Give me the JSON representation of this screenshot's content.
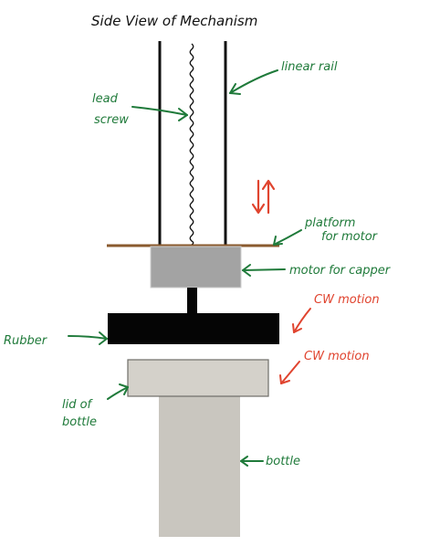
{
  "title": "Side View of Mechanism",
  "colors": {
    "green": "#1f7a3a",
    "red": "#e0442f",
    "rail": "#111111",
    "platform": "#8a5a2e",
    "motor": "#a3a3a3",
    "motor_edge": "#cfcfcf",
    "roller": "#050505",
    "lid": "#d4d1ca",
    "lid_edge": "#6f6d68",
    "bottle": "#c9c6bf"
  },
  "labels": {
    "linear_rail": "linear rail",
    "lead_screw_1": "lead",
    "lead_screw_2": "screw",
    "platform_1": "platform",
    "platform_2": "for motor",
    "motor": "motor for capper",
    "cw_motion_1": "CW motion",
    "cw_motion_2": "CW motion",
    "rubber": "Rubber",
    "lid_1": "lid of",
    "lid_2": "bottle",
    "bottle": "bottle"
  }
}
